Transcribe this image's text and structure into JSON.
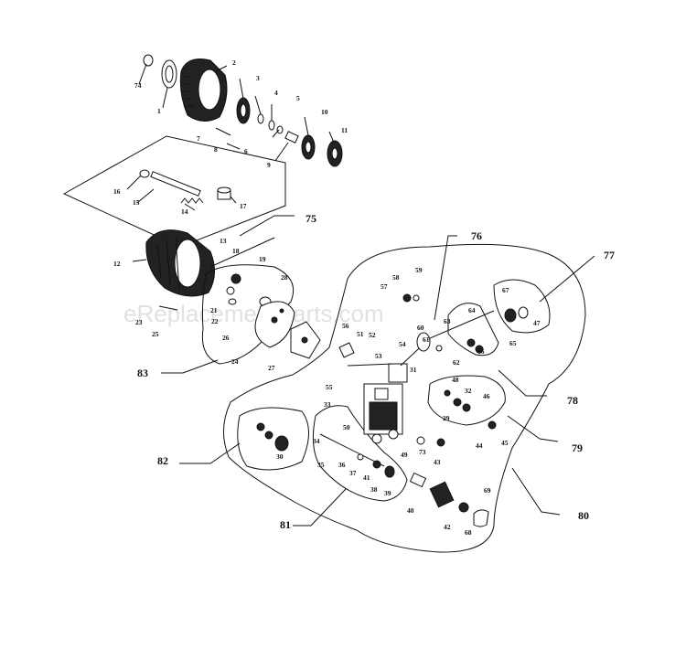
{
  "watermark": "eReplacementParts.com",
  "parts": [
    "74",
    "1",
    "2",
    "3",
    "4",
    "5",
    "10",
    "11",
    "7",
    "8",
    "6",
    "9",
    "16",
    "15",
    "14",
    "17",
    "75",
    "12",
    "13",
    "18",
    "19",
    "28",
    "21",
    "22",
    "23",
    "25",
    "26",
    "24",
    "27",
    "83",
    "76",
    "77",
    "58",
    "59",
    "57",
    "60",
    "61",
    "63",
    "64",
    "67",
    "47",
    "65",
    "66",
    "62",
    "56",
    "51",
    "52",
    "53",
    "54",
    "31",
    "78",
    "55",
    "50",
    "33",
    "48",
    "32",
    "29",
    "46",
    "45",
    "44",
    "79",
    "73",
    "43",
    "49",
    "34",
    "35",
    "36",
    "37",
    "41",
    "38",
    "39",
    "82",
    "30",
    "40",
    "42",
    "68",
    "69",
    "81",
    "80"
  ]
}
